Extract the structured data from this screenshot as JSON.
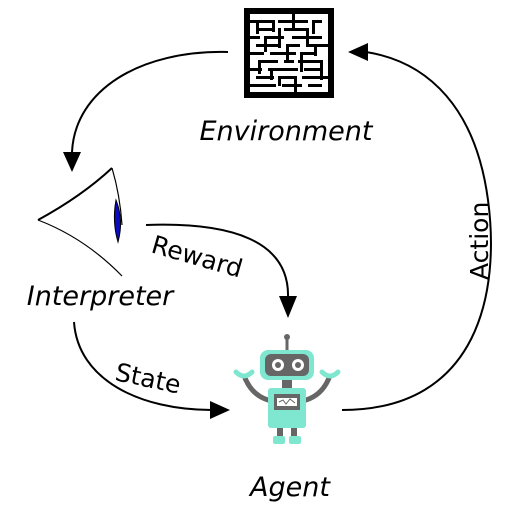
{
  "nodes": {
    "environment": {
      "label": "Environment",
      "icon": "maze-icon"
    },
    "interpreter": {
      "label": "Interpreter",
      "icon": "eye-icon"
    },
    "agent": {
      "label": "Agent",
      "icon": "robot-icon"
    }
  },
  "edges": {
    "reward": {
      "label": "Reward",
      "from": "interpreter",
      "to": "agent"
    },
    "state": {
      "label": "State",
      "from": "interpreter",
      "to": "agent"
    },
    "action": {
      "label": "Action",
      "from": "agent",
      "to": "environment"
    },
    "observation": {
      "from": "environment",
      "to": "interpreter"
    }
  },
  "colors": {
    "robot_body": "#7fe6cf",
    "robot_dark": "#666666",
    "eye_iris": "#0b0bbf",
    "stroke": "#000000"
  }
}
